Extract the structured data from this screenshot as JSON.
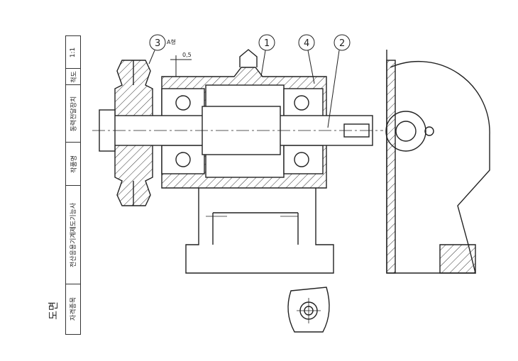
{
  "title_block": {
    "scale_value": "1:1",
    "scale_label": "척도",
    "work_name": "동력전달장치",
    "work_label": "작품명",
    "qualification": "전산응용기계제도기능사",
    "qualification_label": "자격종목"
  },
  "drawing_label": "도면",
  "annotations": {
    "pulley_type": "A형",
    "clearance": "0,5"
  },
  "balloons": [
    "1",
    "2",
    "3",
    "4"
  ]
}
